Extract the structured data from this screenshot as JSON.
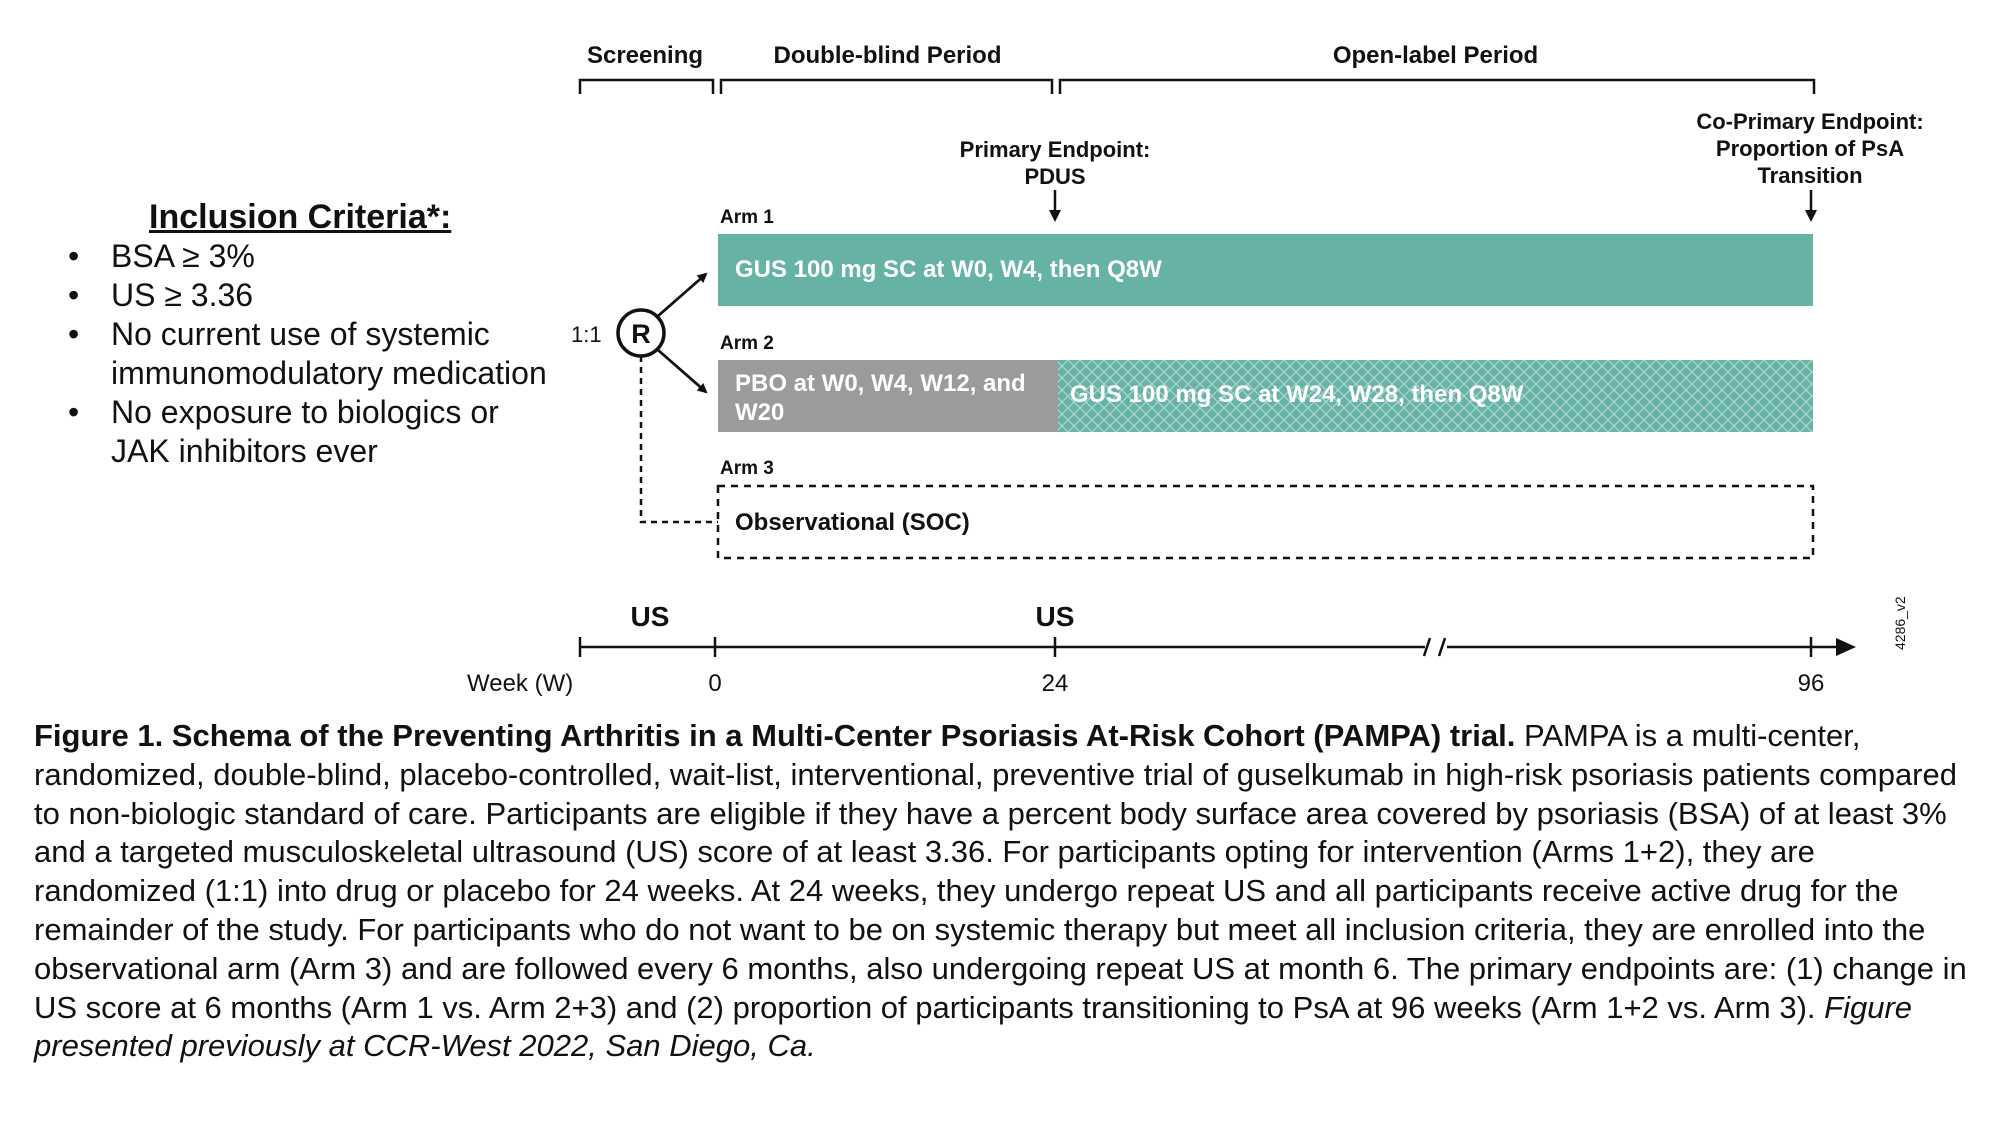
{
  "periods": {
    "screening": "Screening",
    "double_blind": "Double-blind Period",
    "open_label": "Open-label Period"
  },
  "endpoints": {
    "primary_line1": "Primary Endpoint:",
    "primary_line2": "PDUS",
    "coprimary_line1": "Co-Primary Endpoint:",
    "coprimary_line2": "Proportion of PsA",
    "coprimary_line3": "Transition"
  },
  "inclusion": {
    "title": "Inclusion Criteria*:",
    "bullet": "•",
    "items": [
      "BSA ≥ 3%",
      "US ≥ 3.36",
      "No current use of systemic immunomodulatory medication",
      "No exposure to biologics or JAK inhibitors ever"
    ]
  },
  "randomization": {
    "ratio": "1:1",
    "symbol": "R"
  },
  "arms": [
    {
      "label": "Arm 1",
      "segments": [
        "GUS 100 mg SC at W0, W4, then Q8W"
      ]
    },
    {
      "label": "Arm 2",
      "segments": [
        "PBO at W0, W4, W12, and W20",
        "GUS 100 mg SC at W24, W28, then Q8W"
      ]
    },
    {
      "label": "Arm 3",
      "segments": [
        "Observational (SOC)"
      ]
    }
  ],
  "timeline": {
    "axis_label": "Week (W)",
    "ticks": [
      "0",
      "24",
      "96"
    ],
    "us_markers": [
      "US",
      "US"
    ]
  },
  "version_code": "4286_v2",
  "caption": {
    "bold": "Figure 1. Schema of the Preventing Arthritis in a Multi-Center Psoriasis At-Risk Cohort (PAMPA) trial.",
    "body": " PAMPA is a multi-center, randomized, double-blind, placebo-controlled, wait-list, interventional, preventive trial of guselkumab in high-risk psoriasis patients compared to non-biologic standard of care. Participants are eligible if they have a percent body surface area covered by psoriasis (BSA) of at least 3% and a targeted musculoskeletal ultrasound (US) score of at least 3.36. For participants opting for intervention (Arms 1+2), they are randomized (1:1) into drug or placebo for 24 weeks. At 24 weeks, they undergo repeat US and all participants receive active drug for the remainder of the study. For participants who do not want to be on systemic therapy but meet all inclusion criteria, they are enrolled into the observational arm (Arm 3) and are followed every 6 months, also undergoing repeat US at month 6. The primary endpoints are: (1) change in US score at 6 months (Arm 1 vs. Arm 2+3) and (2) proportion of participants transitioning to PsA at 96 weeks (Arm 1+2 vs. Arm 3). ",
    "italic": "Figure presented previously at CCR-West 2022, San Diego, Ca."
  },
  "colors": {
    "gus_teal": "#66b3a6",
    "pbo_gray": "#9b9b9b",
    "line": "#111111"
  }
}
